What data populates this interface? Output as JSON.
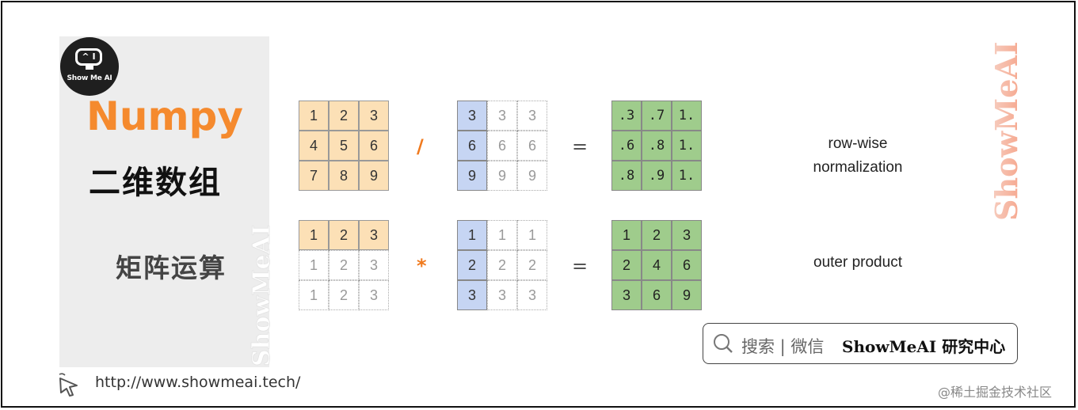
{
  "logo": {
    "eyes": "^ I",
    "text": "Show Me AI"
  },
  "title": {
    "main": "Numpy",
    "sub": "二维数组",
    "section": "矩阵运算"
  },
  "watermark": "ShowMeAI",
  "colors": {
    "accent_orange": "#f58a2e",
    "cell_orange": "#fce0b6",
    "cell_blue": "#c6d5f3",
    "cell_green": "#9fcc8c"
  },
  "row1": {
    "left": [
      [
        "1",
        "2",
        "3"
      ],
      [
        "4",
        "5",
        "6"
      ],
      [
        "7",
        "8",
        "9"
      ]
    ],
    "operator": "/",
    "right": [
      [
        "3",
        "3",
        "3"
      ],
      [
        "6",
        "6",
        "6"
      ],
      [
        "9",
        "9",
        "9"
      ]
    ],
    "equals": "=",
    "result": [
      [
        ".3",
        ".7",
        "1."
      ],
      [
        ".6",
        ".8",
        "1."
      ],
      [
        ".8",
        ".9",
        "1."
      ]
    ],
    "desc_line1": "row-wise",
    "desc_line2": "normalization"
  },
  "row2": {
    "left": [
      [
        "1",
        "2",
        "3"
      ],
      [
        "1",
        "2",
        "3"
      ],
      [
        "1",
        "2",
        "3"
      ]
    ],
    "operator": "*",
    "right": [
      [
        "1",
        "1",
        "1"
      ],
      [
        "2",
        "2",
        "2"
      ],
      [
        "3",
        "3",
        "3"
      ]
    ],
    "equals": "=",
    "result": [
      [
        "1",
        "2",
        "3"
      ],
      [
        "2",
        "4",
        "6"
      ],
      [
        "3",
        "6",
        "9"
      ]
    ],
    "desc": "outer product"
  },
  "search": {
    "label": "搜索 | 微信",
    "brand": "ShowMeAI 研究中心",
    "icon": "search-icon"
  },
  "url": "http://www.showmeai.tech/",
  "credit": "@稀土掘金技术社区"
}
